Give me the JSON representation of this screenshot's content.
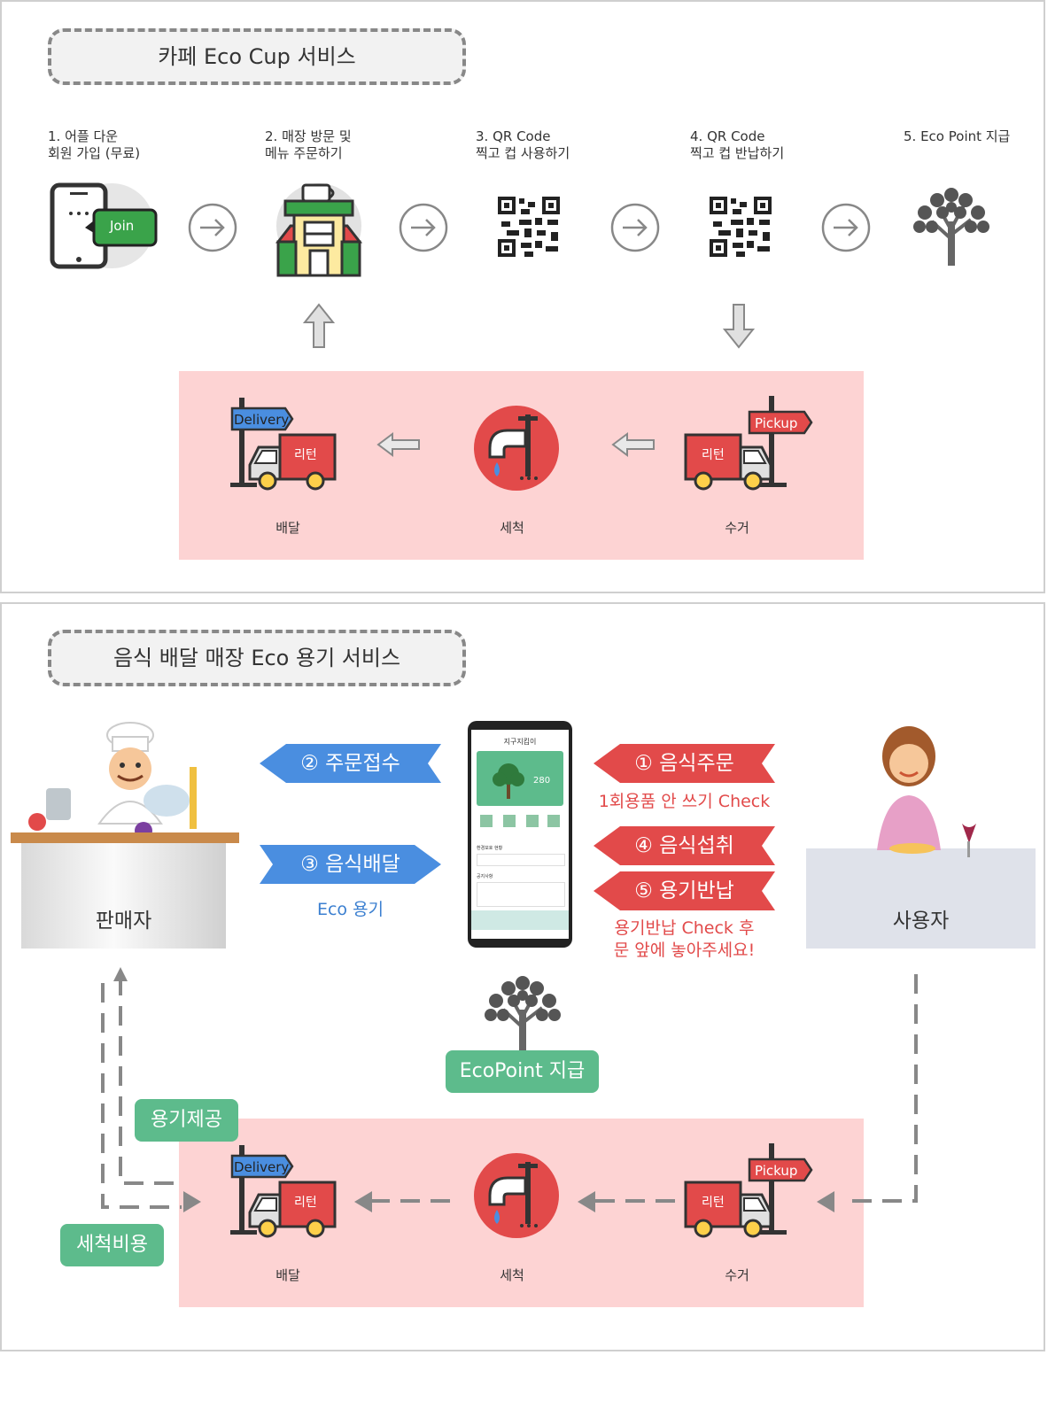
{
  "cafe": {
    "title": "카페 Eco Cup 서비스",
    "steps": [
      {
        "label": "1. 어플 다운\n회원 가입 (무료)",
        "join": "Join"
      },
      {
        "label": "2. 매장 방문 및\n메뉴 주문하기"
      },
      {
        "label": "3. QR Code\n찍고 컵 사용하기"
      },
      {
        "label": "4. QR Code\n찍고 컵 반납하기"
      },
      {
        "label": "5. Eco Point 지급"
      }
    ],
    "flow": {
      "delivery": {
        "sign": "Delivery",
        "truck": "리턴",
        "caption": "배달"
      },
      "wash": {
        "caption": "세척"
      },
      "pickup": {
        "sign": "Pickup",
        "truck": "리턴",
        "caption": "수거"
      }
    }
  },
  "food": {
    "title": "음식 배달 매장 Eco 용기 서비스",
    "seller": "판매자",
    "user": "사용자",
    "ribbons": {
      "order_receive": "② 주문접수",
      "food_delivery": "③ 음식배달",
      "food_order": "① 음식주문",
      "eat": "④ 음식섭취",
      "return": "⑤ 용기반납"
    },
    "notes": {
      "eco_container": "Eco 용기",
      "single_use_check": "1회용품 안 쓰기 Check",
      "return_check": "용기반납 Check 후\n문 앞에 놓아주세요!"
    },
    "phone": {
      "app_title": "지구지킴이",
      "points": "280",
      "section1": "환경보호 현황",
      "section2": "공지사항"
    },
    "ecopoint": "EcoPoint 지급",
    "container_supply": "용기제공",
    "wash_cost": "세척비용",
    "flow": {
      "delivery": {
        "sign": "Delivery",
        "truck": "리턴",
        "caption": "배달"
      },
      "wash": {
        "caption": "세척"
      },
      "pickup": {
        "sign": "Pickup",
        "truck": "리턴",
        "caption": "수거"
      }
    }
  },
  "colors": {
    "pink_bg": "#fdd3d3",
    "red": "#e24a4a",
    "blue": "#4a8ee0",
    "green": "#5dbb8c",
    "gray": "#888888"
  }
}
